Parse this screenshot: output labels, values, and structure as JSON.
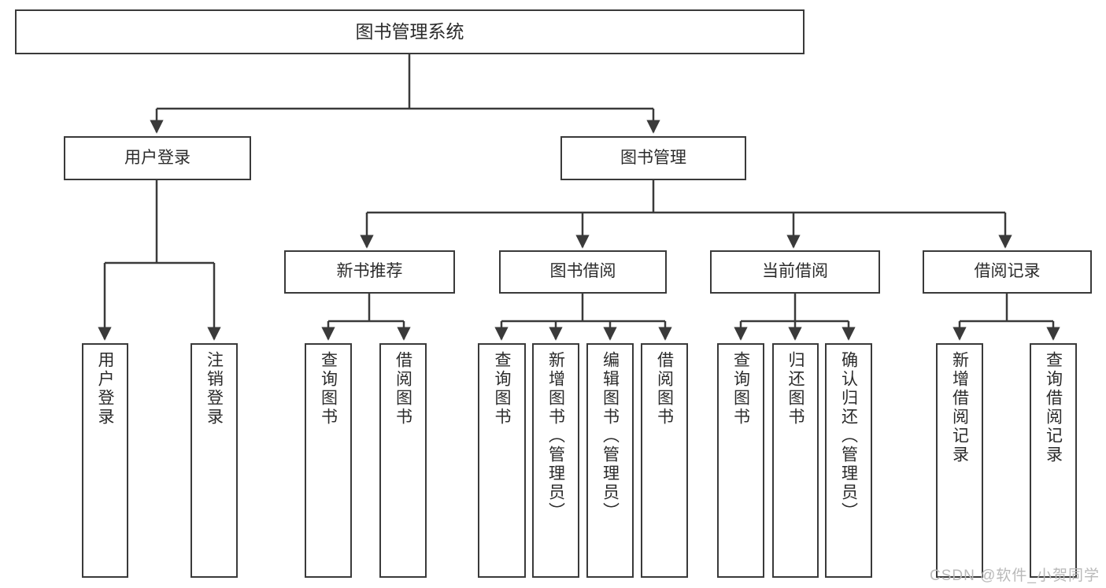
{
  "diagram": {
    "type": "hierarchy-tree",
    "title": "图书管理系统",
    "root": {
      "label": "图书管理系统"
    },
    "level2": [
      {
        "label": "用户登录"
      },
      {
        "label": "图书管理"
      }
    ],
    "level3": [
      {
        "label": "新书推荐"
      },
      {
        "label": "图书借阅"
      },
      {
        "label": "当前借阅"
      },
      {
        "label": "借阅记录"
      }
    ],
    "leaves": [
      {
        "label": "用户登录",
        "parent": "用户登录"
      },
      {
        "label": "注销登录",
        "parent": "用户登录"
      },
      {
        "label": "查询图书",
        "parent": "新书推荐"
      },
      {
        "label": "借阅图书",
        "parent": "新书推荐"
      },
      {
        "label": "查询图书",
        "parent": "图书借阅"
      },
      {
        "label": "新增图书（管理员）",
        "parent": "图书借阅"
      },
      {
        "label": "编辑图书（管理员）",
        "parent": "图书借阅"
      },
      {
        "label": "借阅图书",
        "parent": "图书借阅"
      },
      {
        "label": "查询图书",
        "parent": "当前借阅"
      },
      {
        "label": "归还图书",
        "parent": "当前借阅"
      },
      {
        "label": "确认归还（管理员）",
        "parent": "当前借阅"
      },
      {
        "label": "新增借阅记录",
        "parent": "借阅记录"
      },
      {
        "label": "查询借阅记录",
        "parent": "借阅记录"
      }
    ]
  },
  "watermark": {
    "text": "CSDN @软件_小贺同学"
  },
  "colors": {
    "stroke": "#3a3a3a",
    "background": "#ffffff",
    "text": "#2b2b2b",
    "watermark": "#b9b9b9"
  }
}
